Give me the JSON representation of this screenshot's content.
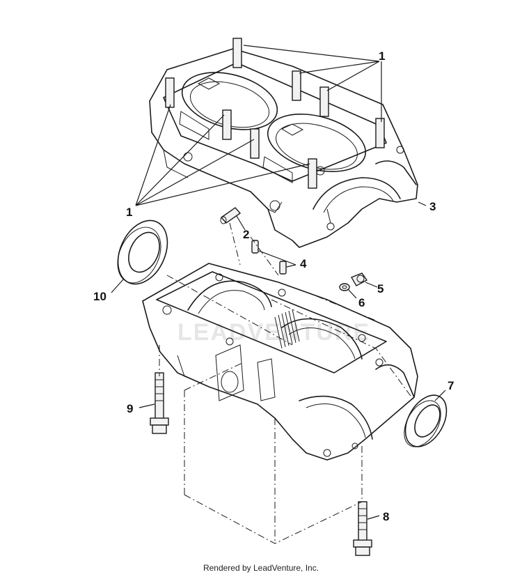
{
  "callouts": [
    {
      "id": "c1a",
      "text": "1"
    },
    {
      "id": "c1b",
      "text": "1"
    },
    {
      "id": "c2",
      "text": "2"
    },
    {
      "id": "c3",
      "text": "3"
    },
    {
      "id": "c4",
      "text": "4"
    },
    {
      "id": "c5",
      "text": "5"
    },
    {
      "id": "c6",
      "text": "6"
    },
    {
      "id": "c7",
      "text": "7"
    },
    {
      "id": "c8",
      "text": "8"
    },
    {
      "id": "c9",
      "text": "9"
    },
    {
      "id": "c10",
      "text": "10"
    }
  ],
  "watermark": "LEADVENTURE",
  "footer": "Rendered by LeadVenture, Inc."
}
